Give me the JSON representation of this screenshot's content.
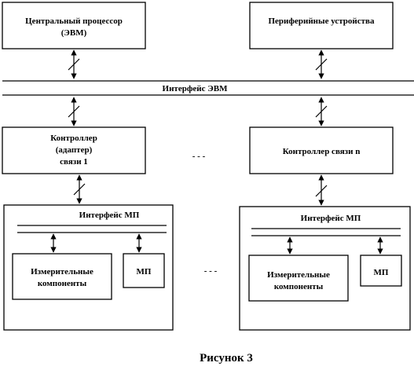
{
  "diagram": {
    "cpu_label": "Центральный процессор",
    "cpu_sub": "(ЭВМ)",
    "peripherals_label": "Периферийные устройства",
    "bus_label": "Интерфейс ЭВМ",
    "controller1_line1": "Контроллер",
    "controller1_line2": "(адаптер)",
    "controller1_line3": "связи 1",
    "controllern_label": "Контроллер связи n",
    "ellipsis": "- - -",
    "module1": {
      "interface_label": "Интерфейс МП",
      "measuring_line1": "Измерительные",
      "measuring_line2": "компоненты",
      "mp_label": "МП"
    },
    "modulen": {
      "interface_label": "Интерфейс МП",
      "measuring_line1": "Измерительные",
      "measuring_line2": "компоненты",
      "mp_label": "МП"
    },
    "caption": "Рисунок 3",
    "colors": {
      "stroke": "#000000",
      "background": "#ffffff"
    }
  }
}
